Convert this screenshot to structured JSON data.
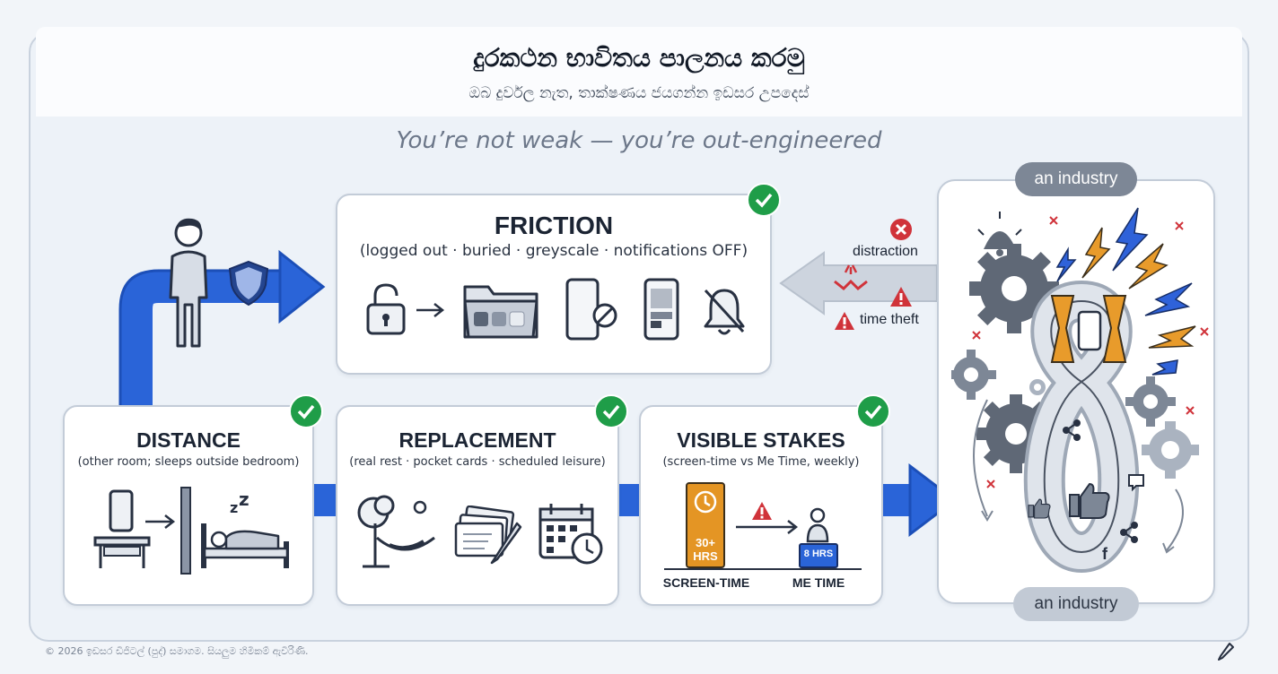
{
  "header": {
    "title": "දුරකථන භාවිතය පාලනය කරමු",
    "subtitle": "ඔබ දුර්වල නැත, තාක්ෂණය ජයගන්න ඉඩසර උපදෙස්"
  },
  "tagline": "You’re not weak — you’re out-engineered",
  "cards": {
    "friction": {
      "title": "FRICTION",
      "subtitle": "(logged out · buried · greyscale · notifications OFF)"
    },
    "distance": {
      "title": "DISTANCE",
      "subtitle": "(other room; sleeps outside bedroom)"
    },
    "replacement": {
      "title": "REPLACEMENT",
      "subtitle": "(real rest · pocket cards · scheduled leisure)"
    },
    "visible_stakes": {
      "title": "VISIBLE STAKES",
      "subtitle": "(screen-time vs Me Time, weekly)",
      "screen_value": "30+ HRS",
      "me_value": "8 HRS",
      "screen_label": "SCREEN-TIME",
      "me_label": "ME TIME"
    }
  },
  "industry": {
    "top_label": "an industry",
    "bottom_label": "an industry"
  },
  "threats": {
    "distraction": "distraction",
    "time_theft": "time theft"
  },
  "footer": "© 2026 ඉඩසර ඩිජිටල් (පුද්) සමාගම. සියලුම හිමිකම් ඇවිරිණි.",
  "colors": {
    "accent_blue": "#2a64d8",
    "check_green": "#1f9d48",
    "warning_red": "#d0333a",
    "bolt_orange": "#e89b2b",
    "bolt_blue": "#2f62d9"
  },
  "icons": [
    "person-icon",
    "shield-icon",
    "unlock-icon",
    "folder-icon",
    "phone-blocked-icon",
    "greyscale-phone-icon",
    "bell-off-icon",
    "phone-icon",
    "nightstand-icon",
    "door-icon",
    "sleeping-bed-icon",
    "hammock-tree-icon",
    "pocket-cards-icon",
    "calendar-clock-icon",
    "clock-icon",
    "warning-icon",
    "person-icon",
    "gear-icon",
    "lightning-icon",
    "infinity-loop-icon",
    "like-icon",
    "share-icon",
    "facebook-icon",
    "pen-icon"
  ]
}
